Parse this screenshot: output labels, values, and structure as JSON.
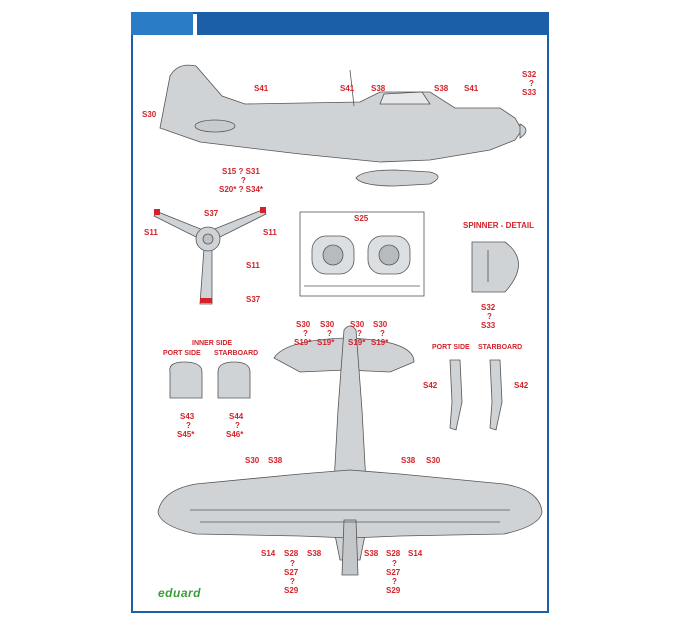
{
  "labels": {
    "side_s41a": "S41",
    "side_s41b": "S41",
    "side_s38a": "S38",
    "side_s38b": "S38",
    "side_s41c": "S41",
    "side_s32": "S32",
    "side_q1": "?",
    "side_s33": "S33",
    "side_s30": "S30",
    "side_s15": "S15 ? S31",
    "side_q2": "?",
    "side_s20": "S20* ? S34*",
    "prop_s37a": "S37",
    "prop_s11a": "S11",
    "prop_s11b": "S11",
    "prop_s11c": "S11",
    "prop_s37b": "S37",
    "detail_s25": "S25",
    "spinner_title": "SPINNER - DETAIL",
    "spin_s32": "S32",
    "spin_q": "?",
    "spin_s33": "S33",
    "w_s30a": "S30",
    "w_q_a": "?",
    "w_s19a": "S19*",
    "w_s30b": "S30",
    "w_q_b": "?",
    "w_s19b": "S19*",
    "w_s30c": "S30",
    "w_q_c": "?",
    "w_s19c": "S19*",
    "w_s30d": "S30",
    "w_q_d": "?",
    "w_s19d": "S19*",
    "inner_side": "INNER SIDE",
    "port_side": "PORT SIDE",
    "starboard": "STARBOARD",
    "i_s43": "S43",
    "i_q1": "?",
    "i_s45": "S45*",
    "i_s44": "S44",
    "i_q2": "?",
    "i_s46": "S46*",
    "g_port_side": "PORT SIDE",
    "g_starboard": "STARBOARD",
    "g_s42a": "S42",
    "g_s42b": "S42",
    "b_s30a": "S30",
    "b_s38a": "S38",
    "b_s38b": "S38",
    "b_s30b": "S30",
    "b_s14a": "S14",
    "b_s28a": "S28",
    "b_s38c": "S38",
    "b_s38d": "S38",
    "b_s28b": "S28",
    "b_s14b": "S14",
    "b_qa": "?",
    "b_s27a": "S27",
    "b_qb": "?",
    "b_s29a": "S29",
    "b_qc": "?",
    "b_s27b": "S27",
    "b_qd": "?",
    "b_s29b": "S29"
  },
  "logo": "eduard",
  "colors": {
    "frame": "#1a5fa8",
    "header_light": "#2a7cc7",
    "label_red": "#d3222a",
    "aircraft_grey": "#d0d3d6",
    "logo_green": "#3a9d3a"
  }
}
